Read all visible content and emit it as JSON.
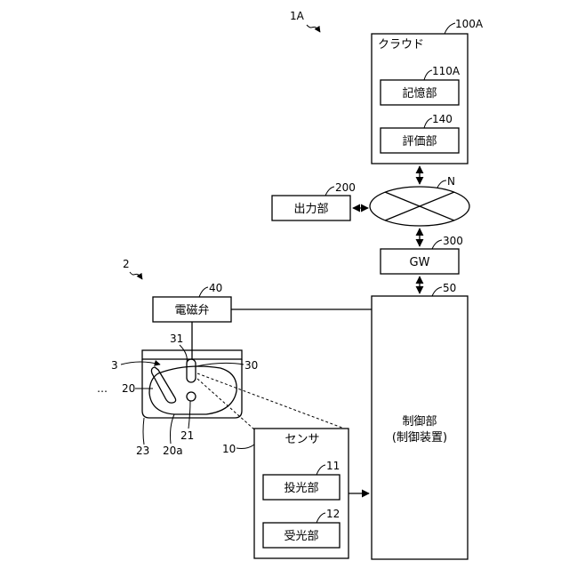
{
  "labels": {
    "system_ref": "1A",
    "cloud_ref": "100A",
    "cloud": "クラウド",
    "storage_ref": "110A",
    "storage": "記憶部",
    "evaluation_ref": "140",
    "evaluation": "評価部",
    "network_ref": "N",
    "output_ref": "200",
    "output": "出力部",
    "gw_ref": "300",
    "gw": "GW",
    "controller_ref": "50",
    "controller_line1": "制御部",
    "controller_line2": "(制御装置)",
    "toilet_ref": "2",
    "valve_ref": "40",
    "valve": "電磁弁",
    "ref_31": "31",
    "ref_3": "3",
    "ref_30": "30",
    "ellipsis": "…",
    "ref_20": "20",
    "ref_21": "21",
    "ref_23": "23",
    "ref_20a": "20a",
    "sensor_ref": "10",
    "sensor": "センサ",
    "emitter_ref": "11",
    "emitter": "投光部",
    "receiver_ref": "12",
    "receiver": "受光部"
  }
}
